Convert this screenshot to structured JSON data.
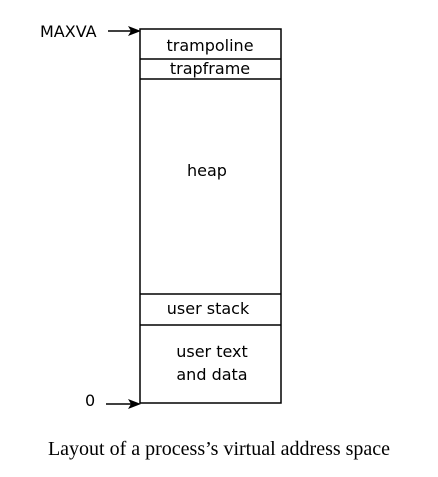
{
  "diagram": {
    "max_label": "MAXVA",
    "zero_label": "0",
    "segments": [
      {
        "id": "trampoline",
        "lines": [
          "trampoline"
        ]
      },
      {
        "id": "trapframe",
        "lines": [
          "trapframe"
        ]
      },
      {
        "id": "heap",
        "lines": [
          "heap"
        ]
      },
      {
        "id": "user-stack",
        "lines": [
          "user stack"
        ]
      },
      {
        "id": "user-text-data",
        "lines": [
          "user text",
          "and data"
        ]
      }
    ],
    "caption": "Layout of a process’s virtual address space"
  }
}
